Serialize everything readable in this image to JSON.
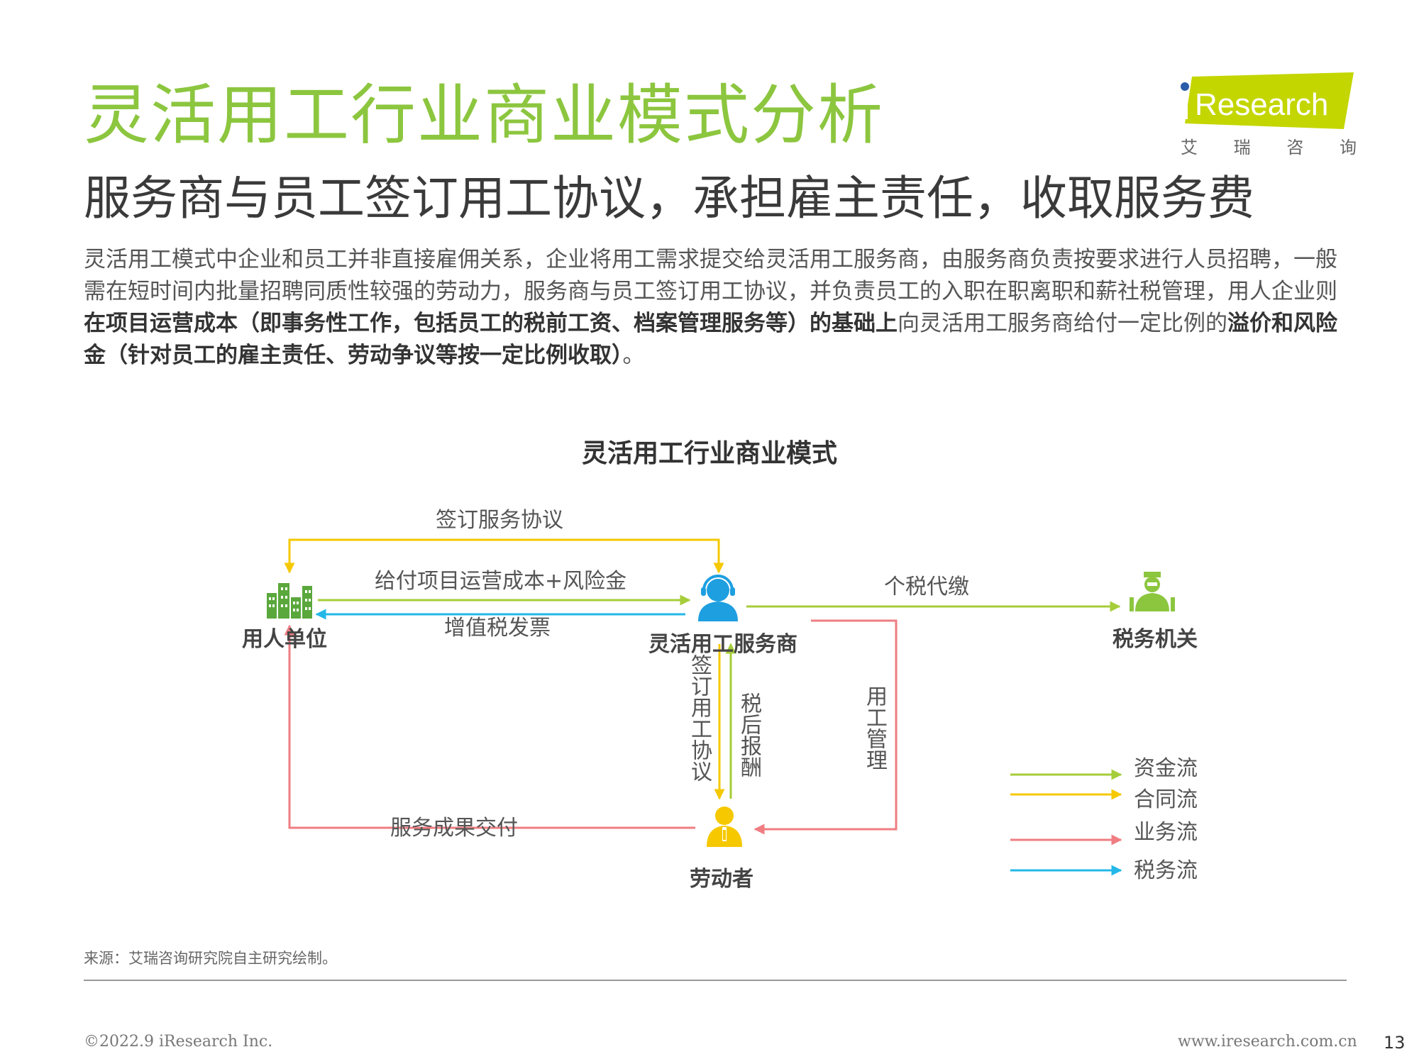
{
  "header": {
    "title": "灵活用工行业商业模式分析",
    "subtitle": "服务商与员工签订用工协议，承担雇主责任，收取服务费",
    "logo_text": "Research",
    "logo_sub": [
      "艾",
      "瑞",
      "咨",
      "询"
    ]
  },
  "paragraph": {
    "p1": "灵活用工模式中企业和员工并非直接雇佣关系，企业将用工需求提交给灵活用工服务商，由服务商负责按要求进行人员招聘，一般需在短时间内批量招聘同质性较强的劳动力，服务商与员工签订用工协议，并负责员工的入职在职离职和薪社税管理，用人企业则",
    "b1": "在项目运营成本（即事务性工作，包括员工的税前工资、档案管理服务等）的基础上",
    "p2": "向灵活用工服务商给付一定比例的",
    "b2": "溢价和风险金（针对员工的雇主责任、劳动争议等按一定比例收取）",
    "p3": "。"
  },
  "diagram": {
    "title": "灵活用工行业商业模式",
    "nodes": {
      "employer": "用人单位",
      "provider": "灵活用工服务商",
      "tax": "税务机关",
      "worker": "劳动者"
    },
    "edges": {
      "sign_service": "签订服务协议",
      "pay_cost": "给付项目运营成本+风险金",
      "vat_invoice": "增值税发票",
      "income_tax": "个税代缴",
      "sign_labor": "签订用工协议",
      "after_tax_pay": "税后报酬",
      "labor_mgmt": "用工管理",
      "deliver": "服务成果交付"
    },
    "legend": [
      {
        "label": "资金流",
        "color": "#a5cd39"
      },
      {
        "label": "合同流",
        "color": "#f5c800"
      },
      {
        "label": "业务流",
        "color": "#ef7d82"
      },
      {
        "label": "税务流",
        "color": "#23b8e8"
      }
    ],
    "colors": {
      "money": "#a5cd39",
      "contract": "#f5c800",
      "business": "#ef7d82",
      "tax": "#23b8e8",
      "employer_icon": "#5aa83c",
      "provider_icon": "#1e9fe0",
      "tax_icon": "#8cc63f",
      "worker_icon": "#f5c800"
    }
  },
  "footer": {
    "source": "来源：艾瑞咨询研究院自主研究绘制。",
    "copyright": "©2022.9 iResearch Inc.",
    "website": "www.iresearch.com.cn",
    "page": "13"
  }
}
